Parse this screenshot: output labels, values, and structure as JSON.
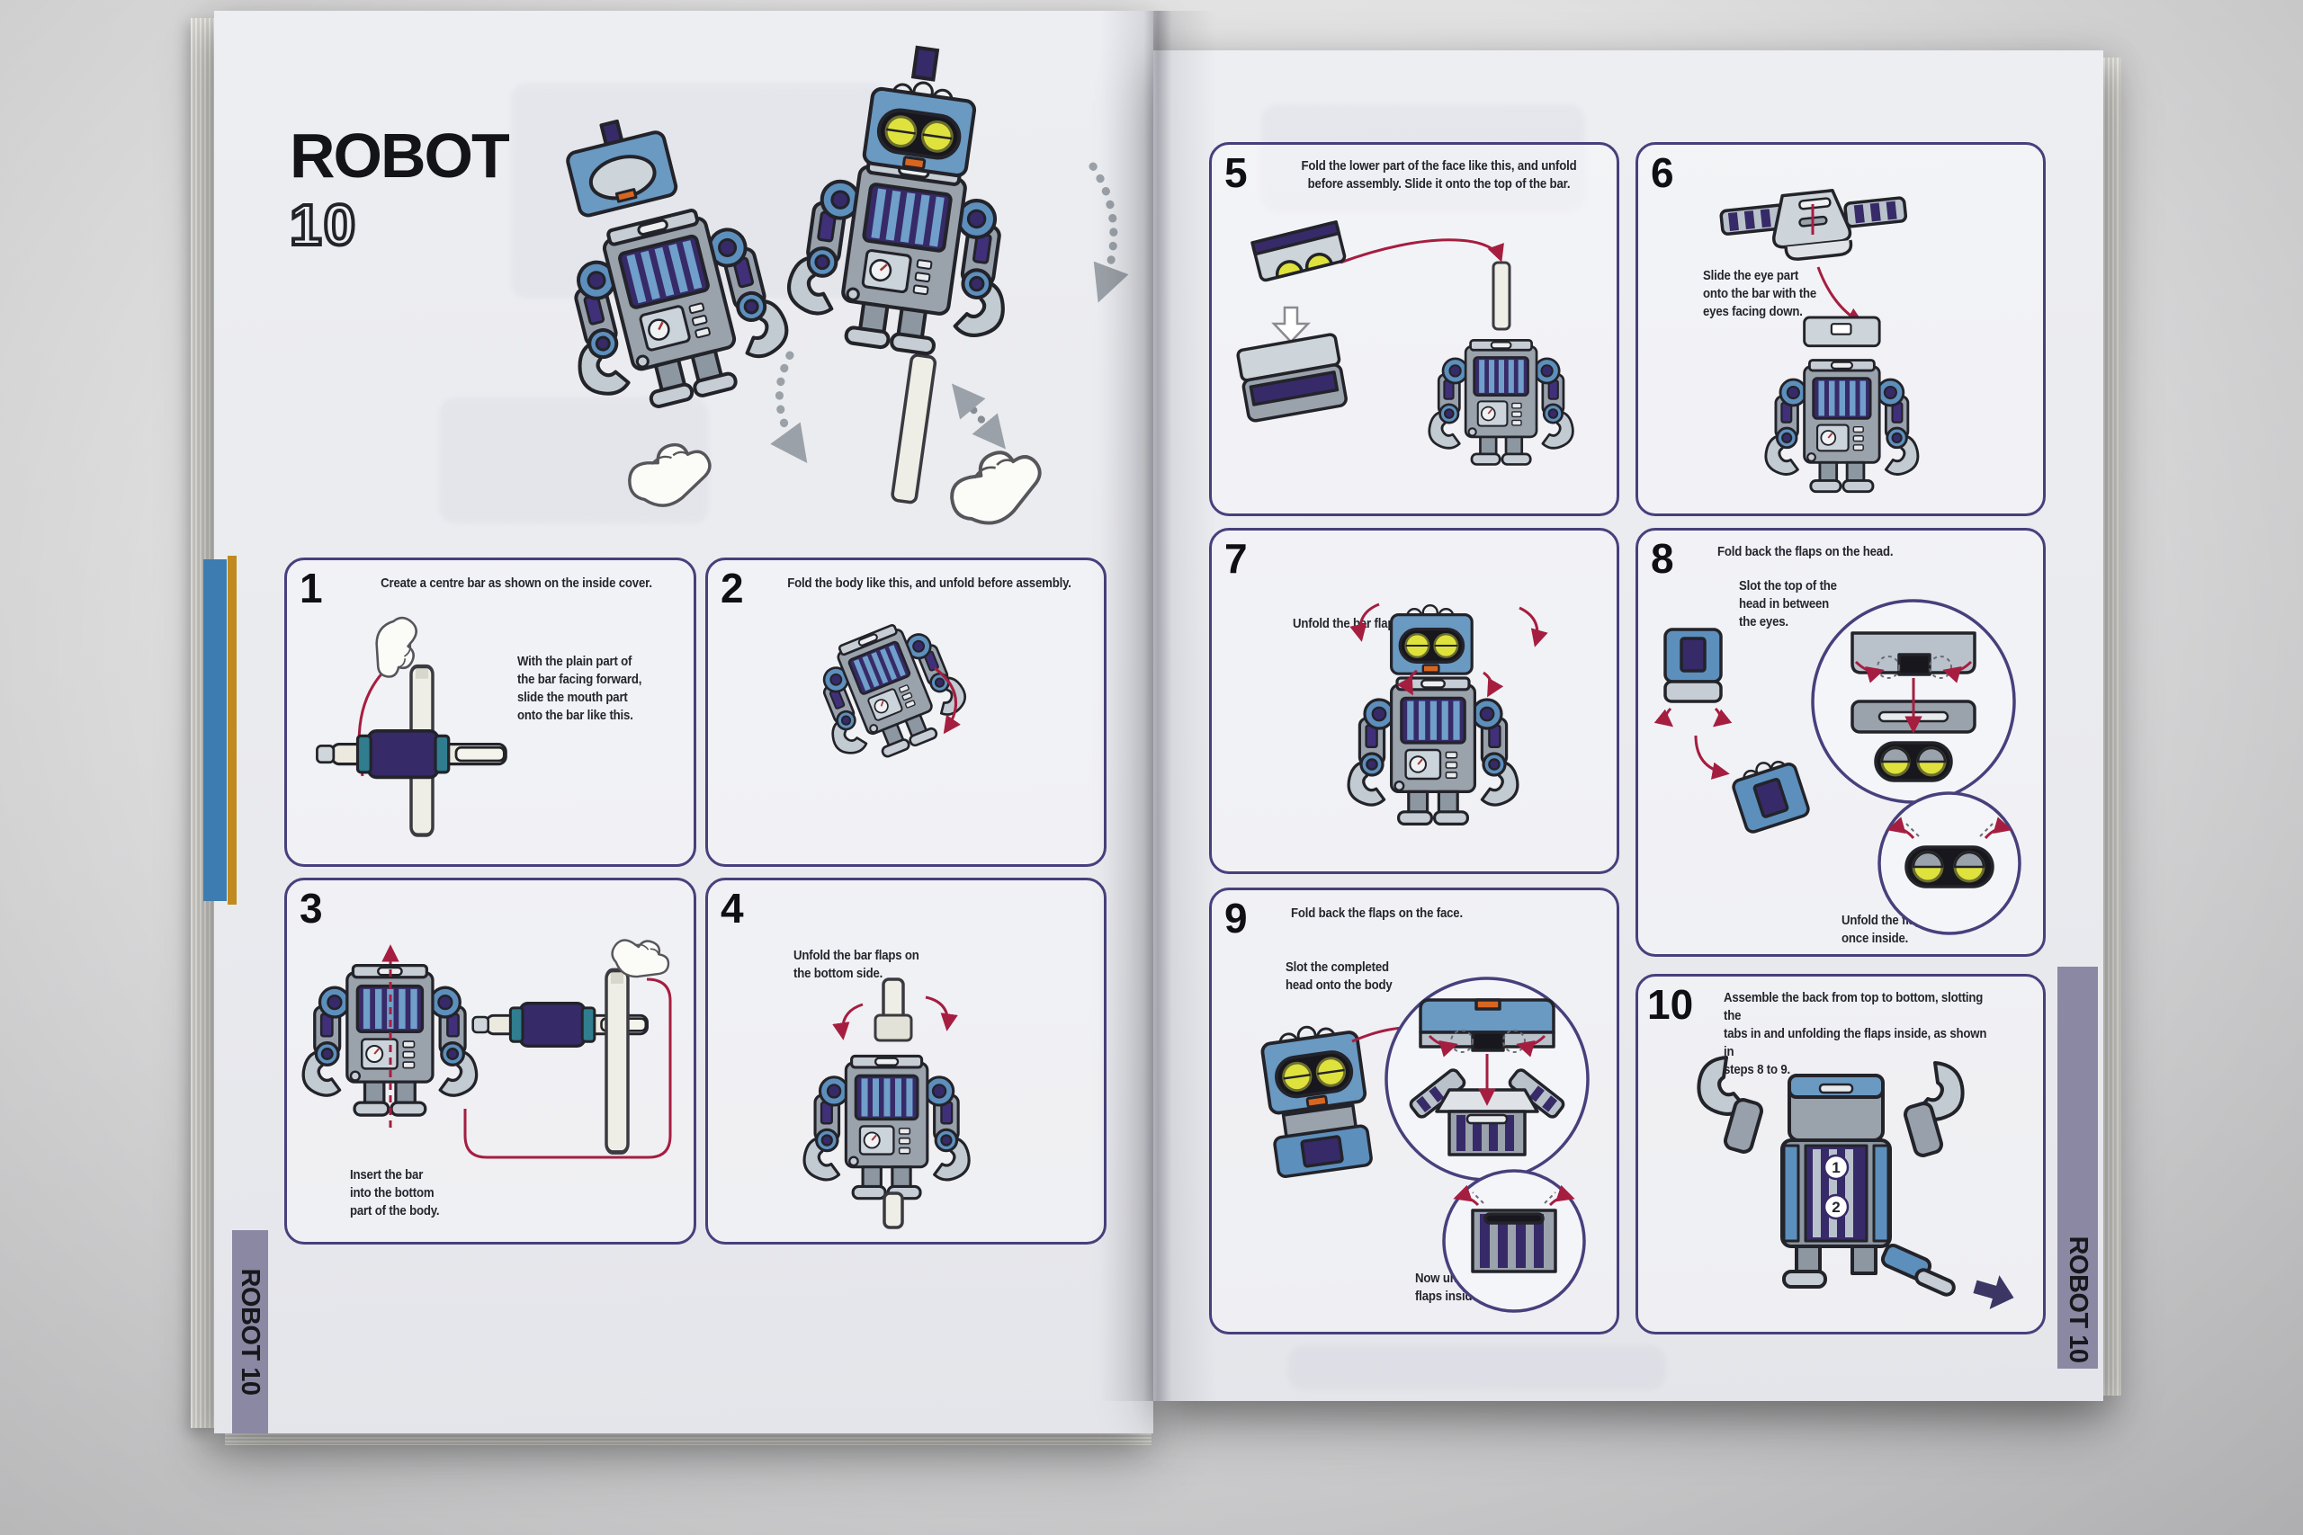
{
  "booklet": {
    "left_page": {
      "title": "ROBOT",
      "issue_number": "10",
      "spine_label": "ROBOT 10",
      "steps": [
        {
          "number": "1",
          "caption": "Create a centre bar as shown on the inside cover.",
          "note": "With the plain part of\nthe bar facing forward,\nslide the mouth part\nonto the bar like this."
        },
        {
          "number": "2",
          "caption": "Fold the body like this, and unfold before assembly."
        },
        {
          "number": "3",
          "note": "Insert the bar\ninto the bottom\npart of the body."
        },
        {
          "number": "4",
          "note": "Unfold the bar flaps on\nthe bottom side."
        }
      ]
    },
    "right_page": {
      "spine_label": "ROBOT 10",
      "steps": [
        {
          "number": "5",
          "caption": "Fold the lower part of the face like this, and unfold\nbefore assembly. Slide it onto the top of the bar."
        },
        {
          "number": "6",
          "note": "Slide the eye part\nonto the bar with the\neyes facing down."
        },
        {
          "number": "7",
          "note": "Unfold the bar flaps."
        },
        {
          "number": "8",
          "caption": "Fold back the flaps on the head.",
          "note": "Slot the top of the\nhead in between\nthe eyes.",
          "note_2": "Unfold the flaps\nonce inside."
        },
        {
          "number": "9",
          "caption": "Fold back the flaps on the face.",
          "note": "Slot the completed\nhead onto the body",
          "note_2": "Now unfold the\nflaps inside."
        },
        {
          "number": "10",
          "caption": "Assemble the back from top to bottom, slotting the\ntabs in and unfolding the flaps inside, as shown in\nsteps 8 to 9.",
          "markers": [
            "1",
            "2"
          ]
        }
      ]
    },
    "colors": {
      "panel_border": "#46407c",
      "accent_red": "#a51e40",
      "spine_band": "#8b88a3",
      "robot_blue": "#5d8fbd",
      "robot_gray": "#9aa2ab",
      "robot_navy": "#372a68",
      "robot_teal": "#2f7d8e",
      "eye_yellow": "#dfe23c",
      "accent_orange": "#d9661f",
      "stripe_blue": "#3c7cb0",
      "stripe_yellow": "#c08a1e",
      "arrow_navy": "#3b3663"
    }
  }
}
